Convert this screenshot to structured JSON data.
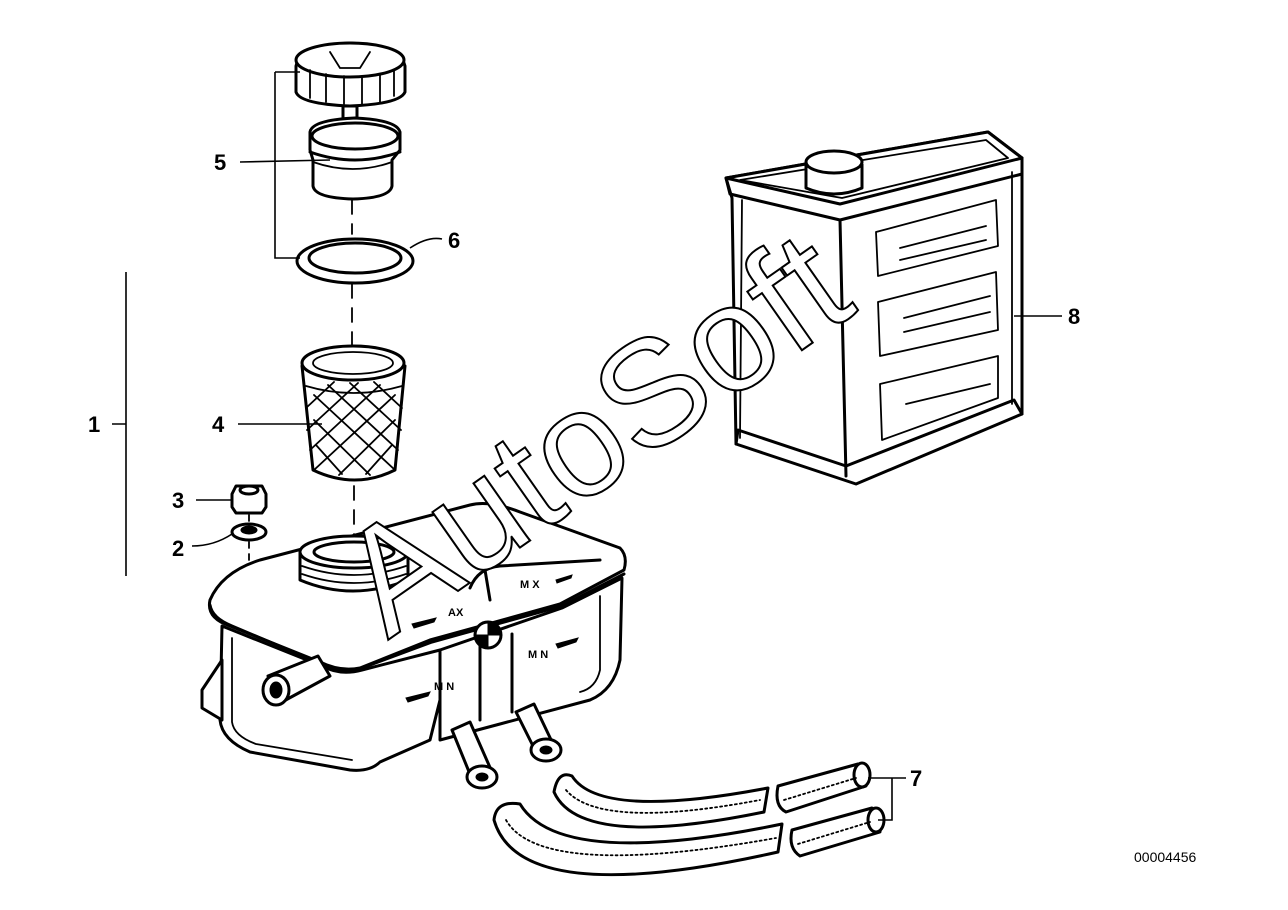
{
  "callouts": {
    "c1": "1",
    "c2": "2",
    "c3": "3",
    "c4": "4",
    "c5": "5",
    "c6": "6",
    "c7": "7",
    "c8": "8"
  },
  "reservoir_markings": {
    "max_top_left": "AX",
    "max_top_right": "M X",
    "min_side_left": "M N",
    "min_side_right": "M N"
  },
  "watermark": "AutoSoft",
  "document_id": "00004456"
}
